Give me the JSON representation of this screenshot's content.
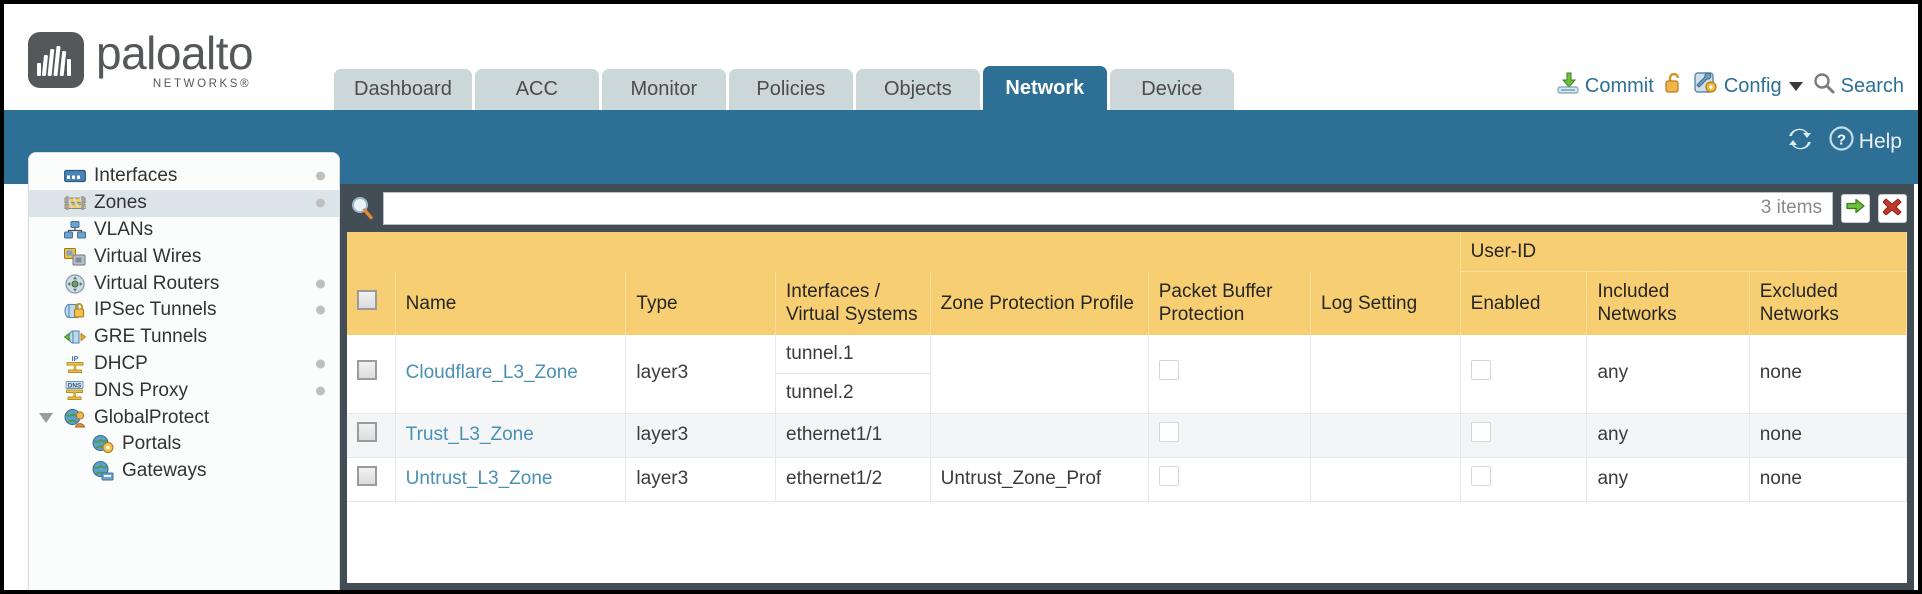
{
  "brand": {
    "name": "paloalto",
    "tagline": "NETWORKS",
    "tagline_mark": "®"
  },
  "nav": {
    "tabs": [
      {
        "label": "Dashboard",
        "active": false
      },
      {
        "label": "ACC",
        "active": false
      },
      {
        "label": "Monitor",
        "active": false
      },
      {
        "label": "Policies",
        "active": false
      },
      {
        "label": "Objects",
        "active": false
      },
      {
        "label": "Network",
        "active": true
      },
      {
        "label": "Device",
        "active": false
      }
    ]
  },
  "top_actions": {
    "commit": "Commit",
    "config": "Config",
    "search": "Search",
    "lock_icon": "unlock-icon",
    "commit_icon": "commit-download-icon",
    "config_icon": "config-wrench-icon",
    "search_icon": "magnifier-icon"
  },
  "blueband": {
    "refresh_icon": "refresh-icon",
    "help": "Help",
    "help_icon": "help-question-icon"
  },
  "sidebar": {
    "items": [
      {
        "label": "Interfaces",
        "icon": "interfaces-icon",
        "dot": true,
        "selected": false,
        "child": false,
        "expander": false
      },
      {
        "label": "Zones",
        "icon": "zones-icon",
        "dot": true,
        "selected": true,
        "child": false,
        "expander": false
      },
      {
        "label": "VLANs",
        "icon": "vlans-icon",
        "dot": false,
        "selected": false,
        "child": false,
        "expander": false
      },
      {
        "label": "Virtual Wires",
        "icon": "virtual-wires-icon",
        "dot": false,
        "selected": false,
        "child": false,
        "expander": false
      },
      {
        "label": "Virtual Routers",
        "icon": "virtual-routers-icon",
        "dot": true,
        "selected": false,
        "child": false,
        "expander": false
      },
      {
        "label": "IPSec Tunnels",
        "icon": "ipsec-tunnels-icon",
        "dot": true,
        "selected": false,
        "child": false,
        "expander": false
      },
      {
        "label": "GRE Tunnels",
        "icon": "gre-tunnels-icon",
        "dot": false,
        "selected": false,
        "child": false,
        "expander": false
      },
      {
        "label": "DHCP",
        "icon": "dhcp-icon",
        "dot": true,
        "selected": false,
        "child": false,
        "expander": false
      },
      {
        "label": "DNS Proxy",
        "icon": "dns-proxy-icon",
        "dot": true,
        "selected": false,
        "child": false,
        "expander": false
      },
      {
        "label": "GlobalProtect",
        "icon": "globalprotect-icon",
        "dot": false,
        "selected": false,
        "child": false,
        "expander": true
      },
      {
        "label": "Portals",
        "icon": "portals-icon",
        "dot": false,
        "selected": false,
        "child": true,
        "expander": false
      },
      {
        "label": "Gateways",
        "icon": "gateways-icon",
        "dot": false,
        "selected": false,
        "child": true,
        "expander": false
      }
    ]
  },
  "search": {
    "value": "",
    "placeholder": "",
    "item_count": "3 items",
    "apply_icon": "green-arrow-icon",
    "clear_icon": "red-x-icon",
    "magnifier_icon": "magnifier-icon"
  },
  "table": {
    "group_header": "User-ID",
    "columns": [
      "Name",
      "Type",
      "Interfaces / Virtual Systems",
      "Zone Protection Profile",
      "Packet Buffer Protection",
      "Log Setting",
      "Enabled",
      "Included Networks",
      "Excluded Networks"
    ],
    "rows": [
      {
        "name": "Cloudflare_L3_Zone",
        "type": "layer3",
        "interfaces": [
          "tunnel.1",
          "tunnel.2"
        ],
        "zone_protection_profile": "",
        "packet_buffer_protection": false,
        "log_setting": "",
        "userid_enabled": false,
        "included_networks": "any",
        "excluded_networks": "none"
      },
      {
        "name": "Trust_L3_Zone",
        "type": "layer3",
        "interfaces": [
          "ethernet1/1"
        ],
        "zone_protection_profile": "",
        "packet_buffer_protection": false,
        "log_setting": "",
        "userid_enabled": false,
        "included_networks": "any",
        "excluded_networks": "none"
      },
      {
        "name": "Untrust_L3_Zone",
        "type": "layer3",
        "interfaces": [
          "ethernet1/2"
        ],
        "zone_protection_profile": "Untrust_Zone_Prof",
        "packet_buffer_protection": false,
        "log_setting": "",
        "userid_enabled": false,
        "included_networks": "any",
        "excluded_networks": "none"
      }
    ]
  },
  "colors": {
    "brand_blue": "#2e6f95",
    "tab_inactive": "#ccd7d9",
    "header_gold": "#f7cf72",
    "group_gold": "#e0ad3f",
    "panel_dark": "#434d56",
    "link_blue": "#4a8fb5"
  }
}
